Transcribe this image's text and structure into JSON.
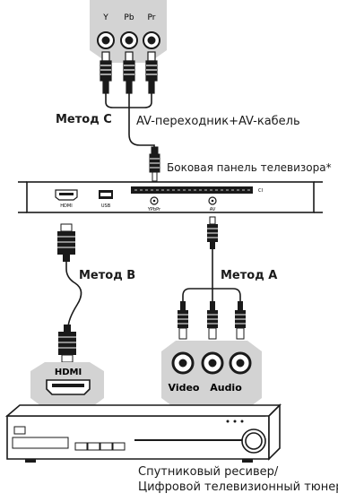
{
  "ypbpr_panel": {
    "y": "Y",
    "pb": "Pb",
    "pr": "Pr"
  },
  "method_c": "Метод С",
  "adapter_label": "AV-переходник+AV-кабель",
  "tv_side_panel": "Боковая панель телевизора*",
  "tv_ports": {
    "hdmi": "HDMI",
    "usb": "USB",
    "ypbpr": "YPbPr",
    "av": "AV",
    "ci": "CI"
  },
  "method_b": "Метод В",
  "method_a": "Метод А",
  "receiver_ports": {
    "hdmi": "HDMI",
    "video": "Video",
    "audio": "Audio"
  },
  "receiver_caption": [
    "Спутниковый ресивер/",
    "Цифровой телевизионный тюнер"
  ],
  "colors": {
    "panel": "#d3d3d3",
    "line": "#1a1a1a",
    "port": "#ffffff"
  }
}
